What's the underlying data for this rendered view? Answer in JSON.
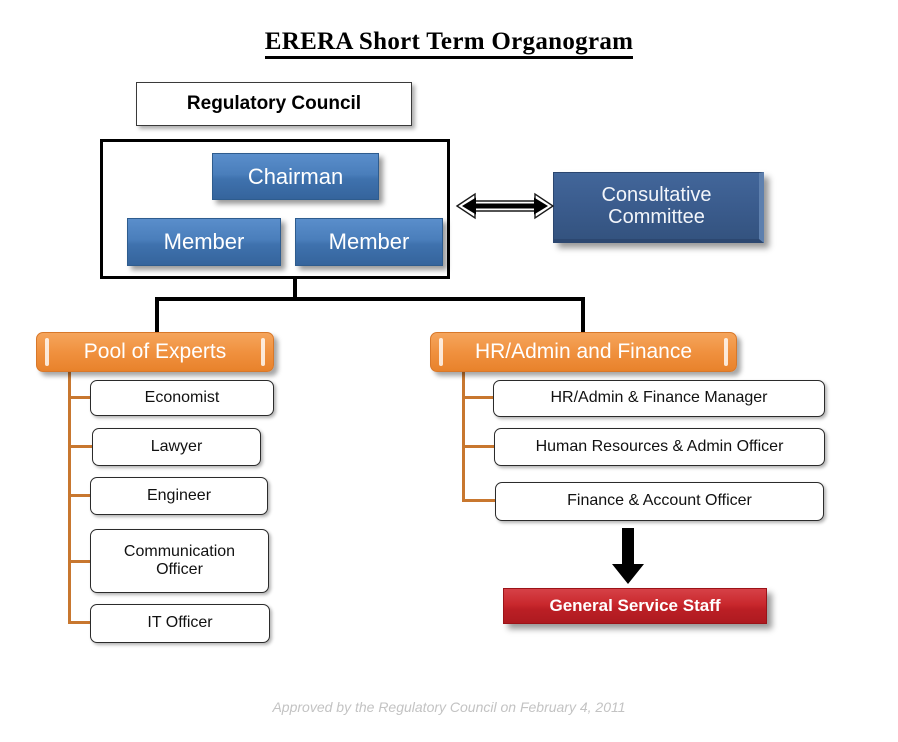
{
  "title": "ERERA Short Term Organogram",
  "council": {
    "header_label": "Regulatory Council",
    "chairman_label": "Chairman",
    "member_left_label": "Member",
    "member_right_label": "Member"
  },
  "consultative": {
    "label": "Consultative\nCommittee",
    "line1": "Consultative",
    "line2": "Committee"
  },
  "departments": [
    {
      "id": "pool-of-experts",
      "label": "Pool of Experts",
      "children": [
        {
          "label": "Economist"
        },
        {
          "label": "Lawyer"
        },
        {
          "label": "Engineer"
        },
        {
          "label": "Communication Officer",
          "line1": "Communication",
          "line2": "Officer"
        },
        {
          "label": "IT Officer"
        }
      ]
    },
    {
      "id": "hr-admin-and-finance",
      "label": "HR/Admin and Finance",
      "children": [
        {
          "label": "HR/Admin & Finance Manager"
        },
        {
          "label": "Human Resources & Admin Officer"
        },
        {
          "label": "Finance & Account Officer"
        }
      ]
    }
  ],
  "general_service": {
    "label": "General Service Staff"
  },
  "footer": {
    "approval_note": "Approved by the Regulatory Council on February 4, 2011"
  },
  "colors": {
    "blue_box": "#4A7EBB",
    "consultative_blue": "#3A5B8C",
    "orange": "#F0913F",
    "orange_connector": "#C8772F",
    "red": "#C9282D",
    "black": "#000000",
    "footer_gray": "#c3c3c3",
    "background": "#ffffff"
  }
}
